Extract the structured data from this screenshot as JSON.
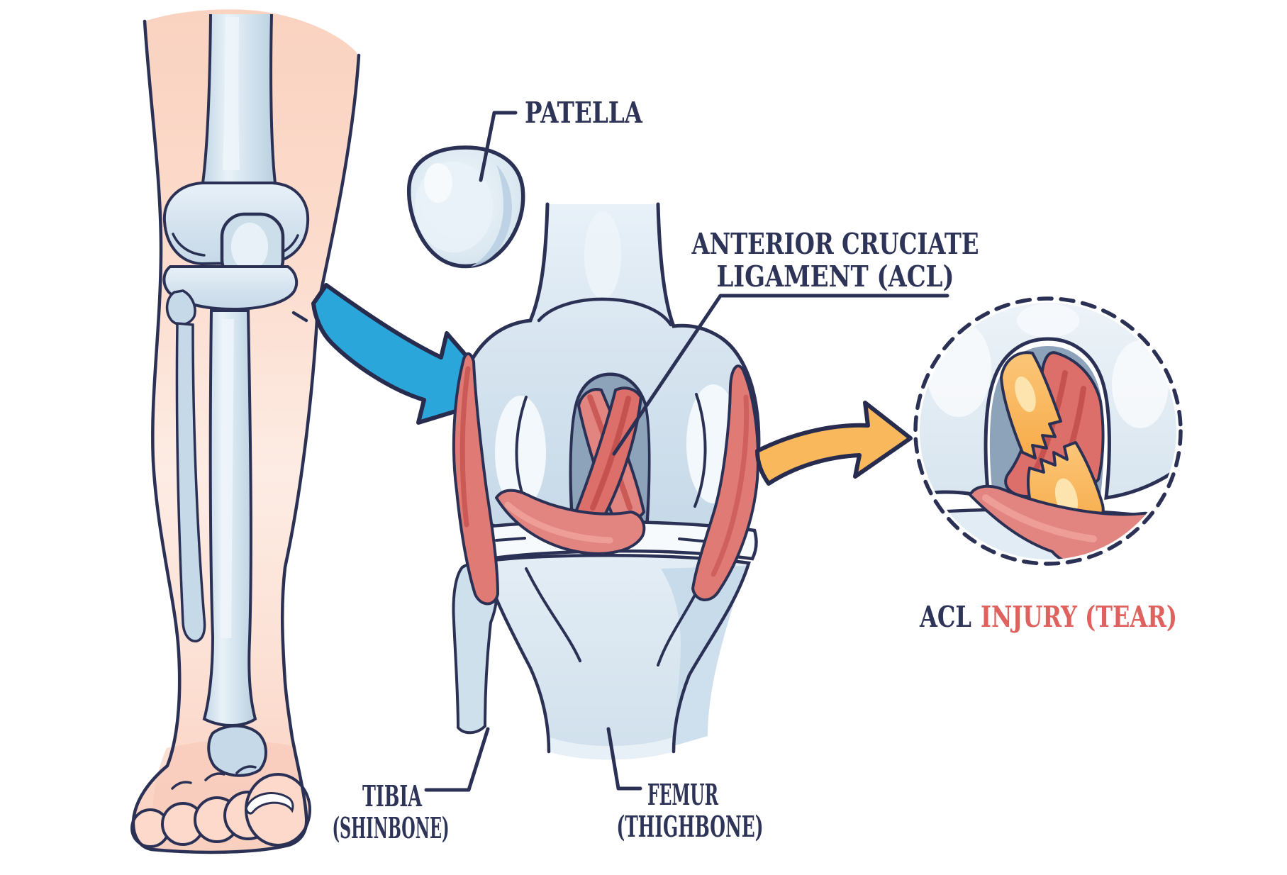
{
  "figure": {
    "type": "anatomical-outline-diagram",
    "subject": "ACL injury (tear) of the knee joint"
  },
  "labels": {
    "patella": "PATELLA",
    "acl_line1": "ANTERIOR CRUCIATE",
    "acl_line2": "LIGAMENT (ACL)",
    "tibia": "TIBIA",
    "tibia_sub": "(SHINBONE)",
    "femur": "FEMUR",
    "femur_sub": "(THIGHBONE)",
    "injury_acl": "ACL",
    "injury_rest": "INJURY (TEAR)"
  },
  "icons": {
    "blue_arrow": "curved-arrow-down-right",
    "yellow_arrow": "curved-arrow-right",
    "inset_border": "dashed-circle-magnifier"
  },
  "colors": {
    "outline_navy": "#2b3155",
    "label_text_navy": "#2e3458",
    "injury_text_red": "#e0625f",
    "ligament_red": "#e07a74",
    "ligament_red_dark": "#cb5a56",
    "torn_ligament_yellow": "#f9b85c",
    "arrow_blue": "#2ba6db",
    "skin_pink": "#fbd6c6",
    "bone_blue": "#cfe0ed",
    "notch_gray_blue": "#8ca3ba",
    "background": "#ffffff"
  }
}
